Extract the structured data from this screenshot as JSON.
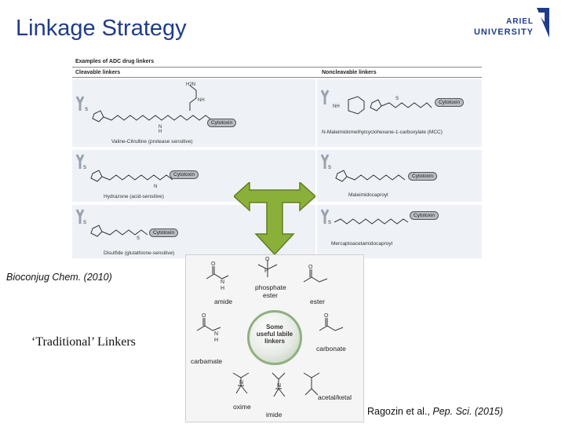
{
  "slide": {
    "title": "Linkage Strategy",
    "logo": {
      "line1": "ARIEL",
      "line2": "UNIVERSITY"
    }
  },
  "figure": {
    "caption": "Examples of ADC drug linkers",
    "col_cleavable": "Cleavable linkers",
    "col_noncleavable": "Noncleavable linkers",
    "payload_label": "Cytotoxin",
    "atoms": {
      "h2n": "H2N",
      "o": "O",
      "nh": "NH",
      "s": "S",
      "n": "N",
      "h": "H"
    },
    "cleavable": [
      {
        "name": "Valine-Citrulline (protease sensitive)"
      },
      {
        "name": "Hydrazone (acid-sensitive)"
      },
      {
        "name": "Disulfide (glutathione-sensitive)"
      }
    ],
    "noncleavable": [
      {
        "name": "N-Maleimidomethylcyclohexane-1-carboxylate (MCC)"
      },
      {
        "name": "Maleimidocaproyl"
      },
      {
        "name": "Mercaptoacetamidocaproyl"
      }
    ]
  },
  "citations": {
    "bioconjug": "Bioconjug Chem. (2010)",
    "ragozin_prefix": "Ragozin et al., ",
    "ragozin_journal": "Pep. Sci. (2015)"
  },
  "traditional": "‘Traditional’ Linkers",
  "labile_box": {
    "center": [
      "Some",
      "useful labile",
      "linkers"
    ],
    "groups": {
      "amide": "amide",
      "phosphate": "phosphate",
      "phosphate2": "ester",
      "ester": "ester",
      "carbamate": "carbamate",
      "carbonate": "carbonate",
      "oxime": "oxime",
      "imide": "imide",
      "acetal": "acetal/ketal"
    },
    "atoms": {
      "o": "O",
      "n": "N",
      "h": "H",
      "p": "P"
    }
  },
  "colors": {
    "title": "#1f3c88",
    "arrow_fill": "#8bb03a",
    "arrow_stroke": "#5f7f20",
    "circle_ring": "#8fb07f"
  }
}
